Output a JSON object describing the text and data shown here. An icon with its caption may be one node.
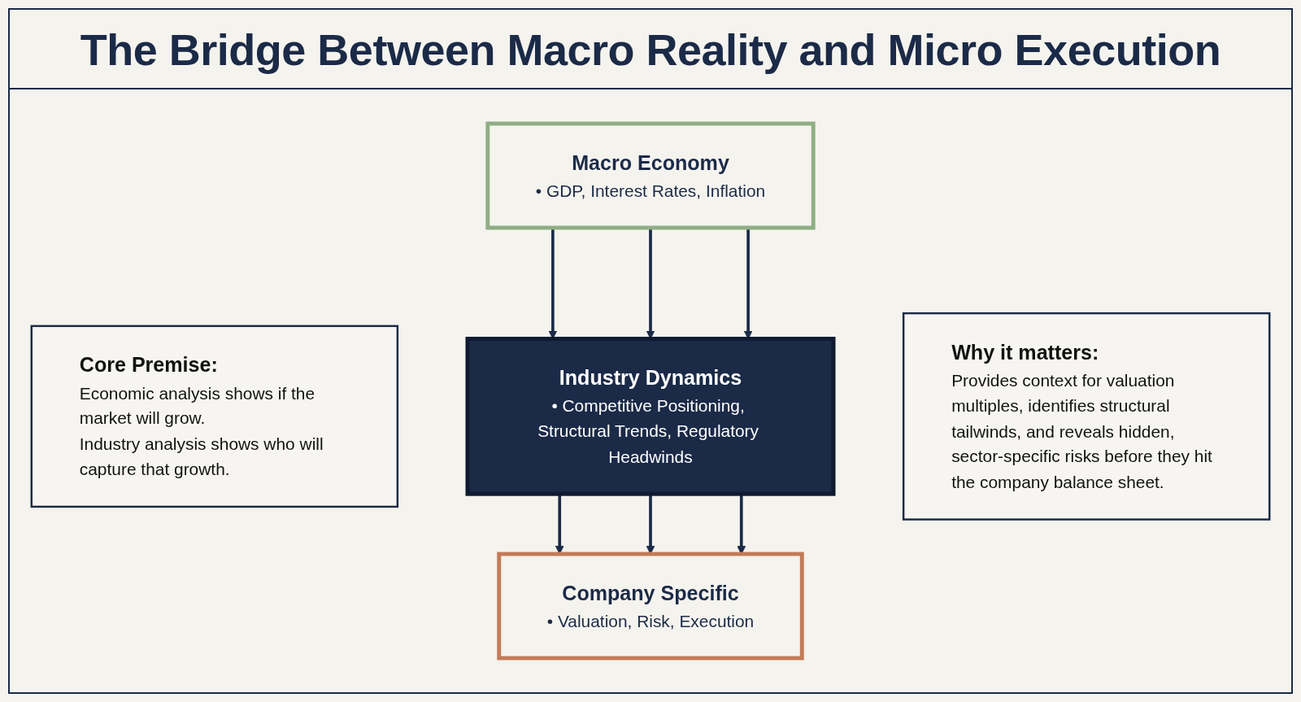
{
  "diagram": {
    "title": "The Bridge Between Macro Reality and Micro Execution",
    "nodes": [
      {
        "text": [
          "Macro Economy",
          "• GDP, Interest Rates, Inflation"
        ]
      },
      {
        "text": [
          "Core Premise:",
          "Economic analysis shows if the market will grow.",
          "Industry analysis shows who will capture that growth."
        ]
      },
      {
        "text": [
          "Industry Dynamics",
          "• Competitive Positioning, Structural Trends, Regulatory Headwinds"
        ]
      },
      {
        "text": [
          "Why it matters:",
          "Provides context for valuation multiples, identifies structural tailwinds, and reveals hidden, sector-specific risks before they hit the company balance sheet."
        ]
      },
      {
        "text": [
          "Company Specific",
          "• Valuation, Risk, Execution"
        ]
      }
    ],
    "edges": [
      {
        "from": 0,
        "to": 2,
        "arrow": "to"
      },
      {
        "from": 0,
        "to": 2,
        "arrow": "to"
      },
      {
        "from": 0,
        "to": 2,
        "arrow": "to"
      },
      {
        "from": 2,
        "to": 4,
        "arrow": "to"
      },
      {
        "from": 2,
        "to": 4,
        "arrow": "to"
      },
      {
        "from": 2,
        "to": 4,
        "arrow": "to"
      }
    ]
  }
}
